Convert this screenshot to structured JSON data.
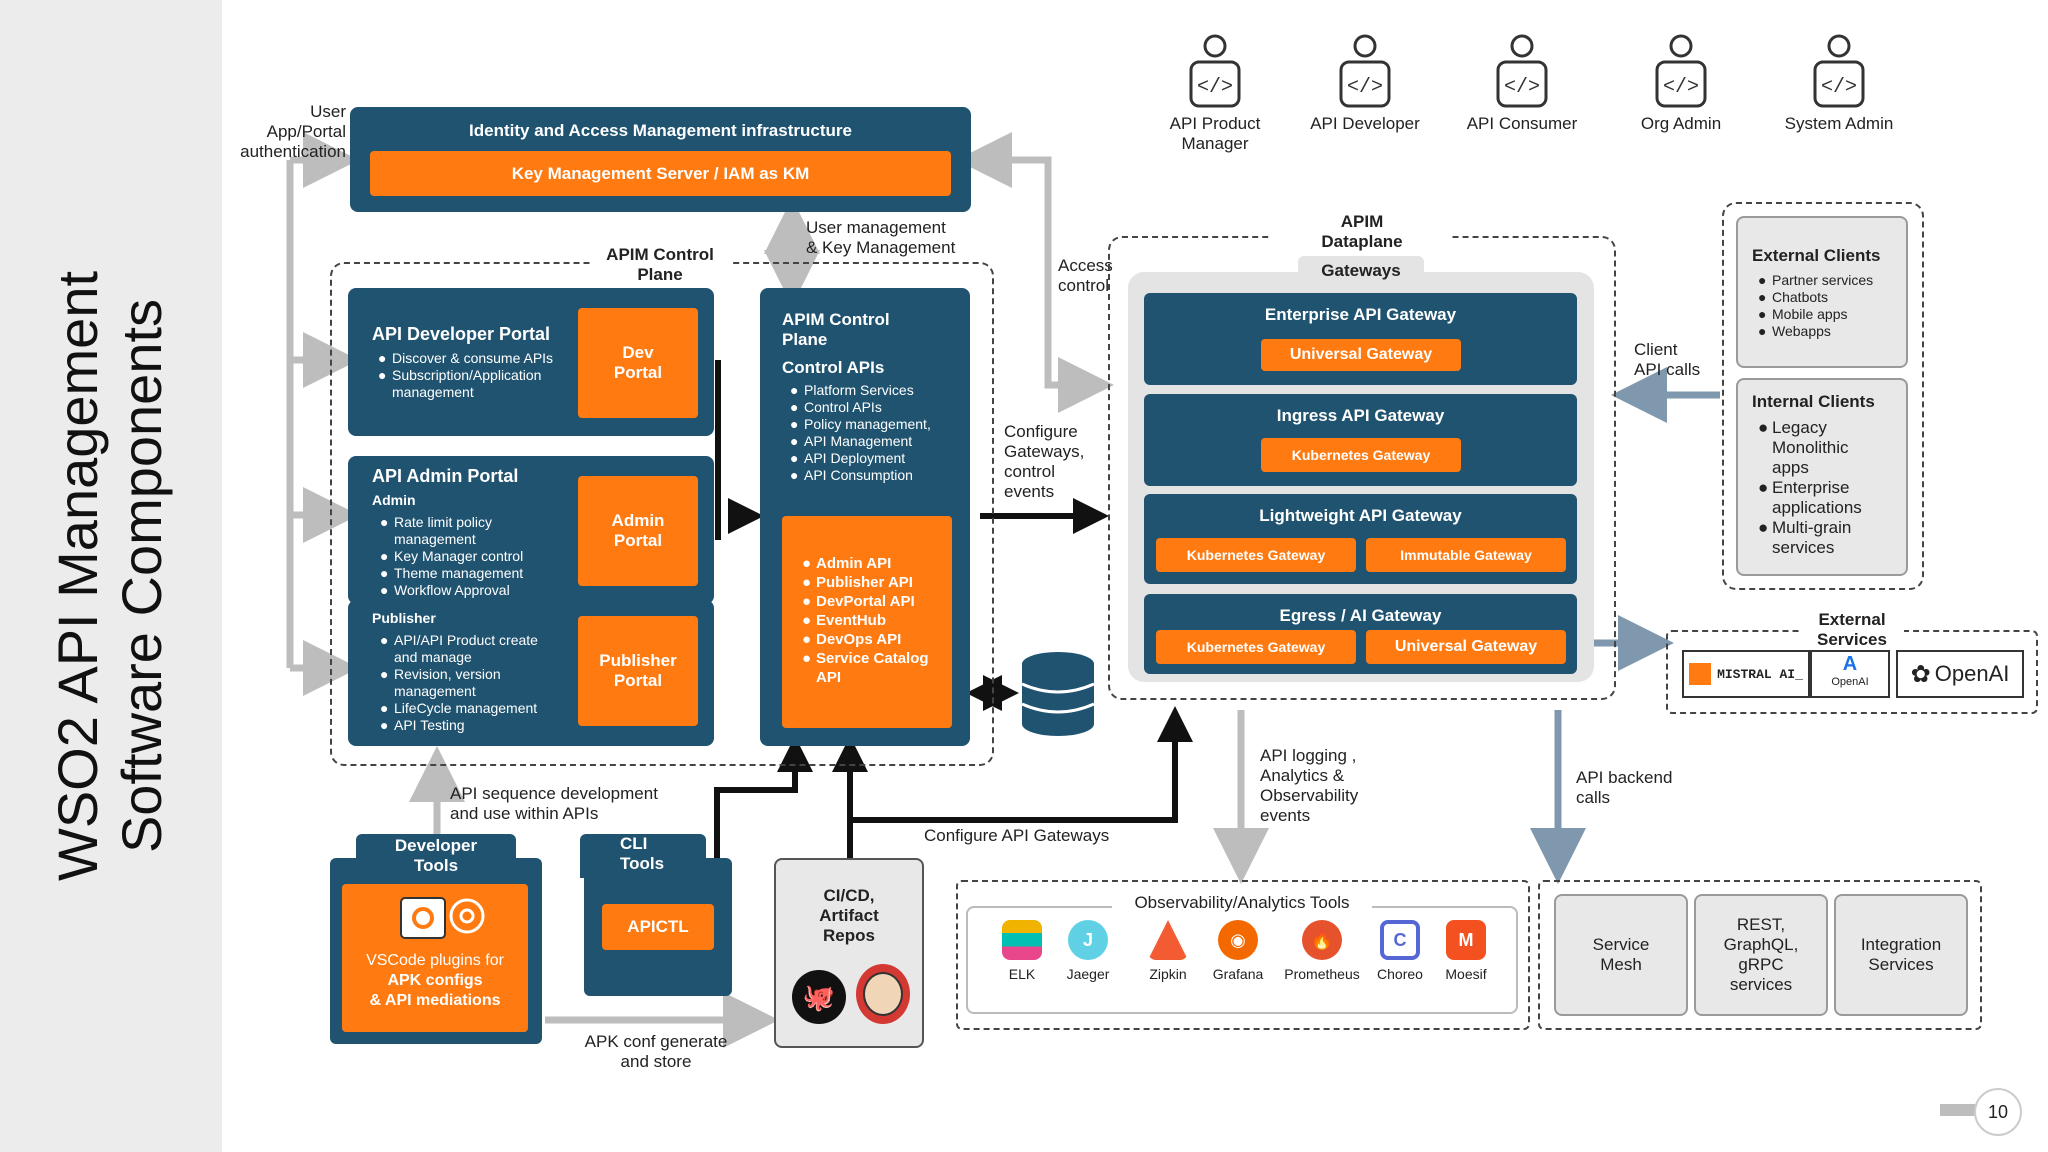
{
  "title_lines": [
    "WSO2 API Management",
    "Software  Components"
  ],
  "page_number": "10",
  "roles": [
    "API Product Manager",
    "API Developer",
    "API Consumer",
    "Org Admin",
    "System Admin"
  ],
  "iam": {
    "title": "Identity and Access Management infrastructure",
    "km": "Key Management Server / IAM as KM"
  },
  "labels": {
    "user_auth": [
      "User",
      "App/Portal",
      "authentication"
    ],
    "user_mgmt": [
      "User management",
      "& Key Management"
    ],
    "access_control": [
      "Access",
      "control"
    ],
    "configure": [
      "Configure",
      "Gateways,",
      "control",
      "events"
    ],
    "client_calls": [
      "Client",
      "API calls"
    ],
    "api_seq": [
      "API sequence development",
      "and use within APIs"
    ],
    "configure_gw": "Configure API Gateways",
    "apk_conf": [
      "APK conf generate",
      "and store"
    ],
    "logging": [
      "API logging ,",
      "Analytics  &",
      "Observability",
      "events"
    ],
    "backend": [
      "API backend",
      "calls"
    ]
  },
  "control_plane": {
    "title": [
      "APIM Control",
      "Plane"
    ]
  },
  "dev_portal": {
    "title": "API Developer Portal",
    "items": [
      "Discover & consume APIs",
      "Subscription/Application management"
    ],
    "badge": [
      "Dev",
      "Portal"
    ]
  },
  "admin_portal": {
    "title": "API Admin Portal",
    "sub": "Admin",
    "items": [
      "Rate limit policy management",
      "Key Manager control",
      "Theme management",
      "Workflow Approval"
    ],
    "badge": [
      "Admin",
      "Portal"
    ]
  },
  "publisher": {
    "sub": "Publisher",
    "items": [
      "API/API Product create and manage",
      "Revision, version management",
      "LifeCycle management",
      "API Testing"
    ],
    "badge": [
      "Publisher",
      "Portal"
    ]
  },
  "cp_box": {
    "title": [
      "APIM  Control",
      "Plane"
    ],
    "sub": "Control APIs",
    "items": [
      "Platform Services",
      "Control APIs",
      "Policy management,",
      "API Management",
      "API Deployment",
      "API Consumption"
    ],
    "apis": [
      "Admin API",
      "Publisher API",
      "DevPortal API",
      "EventHub",
      "DevOps API",
      "Service Catalog API"
    ]
  },
  "dataplane": {
    "title": [
      "APIM",
      "Dataplane"
    ],
    "tab": "Gateways",
    "gateways": [
      {
        "title": "Enterprise API Gateway",
        "pills": [
          "Universal Gateway"
        ]
      },
      {
        "title": "Ingress API Gateway",
        "pills": [
          "Kubernetes Gateway"
        ]
      },
      {
        "title": "Lightweight API Gateway",
        "pills": [
          "Kubernetes Gateway",
          "Immutable Gateway"
        ]
      },
      {
        "title": "Egress / AI Gateway",
        "pills": [
          "Kubernetes Gateway",
          "Universal Gateway"
        ]
      }
    ]
  },
  "external_clients": {
    "title": "External Clients",
    "items": [
      "Partner services",
      "Chatbots",
      "Mobile apps",
      "Webapps"
    ]
  },
  "internal_clients": {
    "title": "Internal Clients",
    "items": [
      "Legacy Monolithic apps",
      "Enterprise applications",
      "Multi-grain services"
    ]
  },
  "external_services": {
    "title": [
      "External",
      "Services"
    ],
    "logos": [
      "MISTRAL AI_",
      "OpenAI",
      "OpenAI"
    ]
  },
  "dev_tools": {
    "title": [
      "Developer",
      "Tools"
    ],
    "caption": [
      "VSCode plugins for",
      "APK configs",
      "& API mediations"
    ]
  },
  "cli_tools": {
    "title": [
      "CLI",
      "Tools"
    ],
    "button": "APICTL"
  },
  "cicd": {
    "title": [
      "CI/CD,",
      "Artifact",
      "Repos"
    ]
  },
  "observability": {
    "title": "Observability/Analytics Tools",
    "tools": [
      "ELK",
      "Jaeger",
      "Zipkin",
      "Grafana",
      "Prometheus",
      "Choreo",
      "Moesif"
    ]
  },
  "backend": {
    "items": [
      [
        "Service",
        "Mesh"
      ],
      [
        "REST,",
        "GraphQL,",
        "gRPC",
        "services"
      ],
      [
        "Integration",
        "Services"
      ]
    ]
  },
  "colors": {
    "navy": "#1f5370",
    "orange": "#ff7a10",
    "sidebar": "#ececec"
  }
}
